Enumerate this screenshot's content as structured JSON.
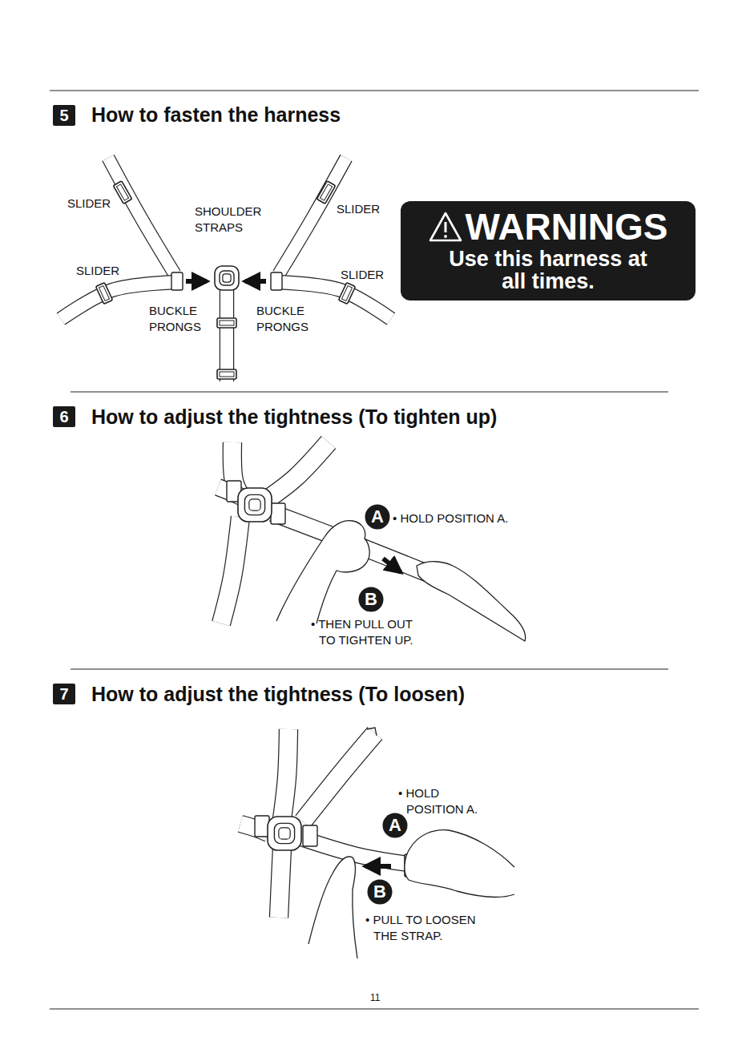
{
  "diagram": {
    "nodes": [
      {
        "text": [
          "5"
        ]
      },
      {
        "text": [
          "WARNINGS",
          "Use this harness at all times."
        ]
      },
      {
        "text": [
          "6"
        ]
      },
      {
        "text": [
          "A"
        ]
      },
      {
        "text": [
          "B"
        ]
      },
      {
        "text": [
          "7"
        ]
      },
      {
        "text": [
          "A"
        ]
      },
      {
        "text": [
          "B"
        ]
      }
    ],
    "labels": [
      "How to fasten the harness",
      "SLIDER",
      "SHOULDER STRAPS",
      "SLIDER",
      "SLIDER",
      "SLIDER",
      "BUCKLE PRONGS",
      "BUCKLE PRONGS",
      "How to adjust the tightness (To tighten up)",
      "• HOLD POSITION A.",
      "• THEN PULL OUT TO TIGHTEN UP.",
      "How to adjust the tightness (To loosen)",
      "• HOLD POSITION A.",
      "• PULL TO LOOSEN THE STRAP.",
      "11"
    ]
  }
}
